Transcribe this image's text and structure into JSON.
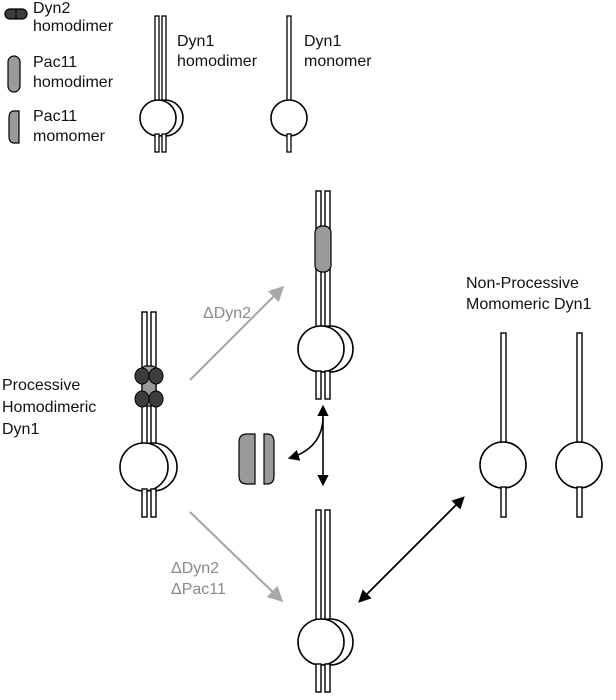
{
  "legend": {
    "dyn2_homodimer": [
      "Dyn2",
      "homodimer"
    ],
    "pac11_homodimer": [
      "Pac11",
      "homodimer"
    ],
    "pac11_monomer": [
      "Pac11",
      "momomer"
    ],
    "dyn1_homodimer": [
      "Dyn1",
      "homodimer"
    ],
    "dyn1_monomer": [
      "Dyn1",
      "monomer"
    ]
  },
  "labels": {
    "processive": [
      "Processive",
      "Homodimeric",
      "Dyn1"
    ],
    "non_processive": [
      "Non-Processive",
      "Momomeric Dyn1"
    ],
    "delta_dyn2": "ΔDyn2",
    "delta_dyn2_pac11": [
      "ΔDyn2",
      "ΔPac11"
    ]
  },
  "colors": {
    "dyn2": "#3c3c3c",
    "pac11": "#9a9a9a",
    "gray_arrow": "#a8a8a8",
    "gray_text": "#8a8a8a",
    "line": "#000000"
  }
}
